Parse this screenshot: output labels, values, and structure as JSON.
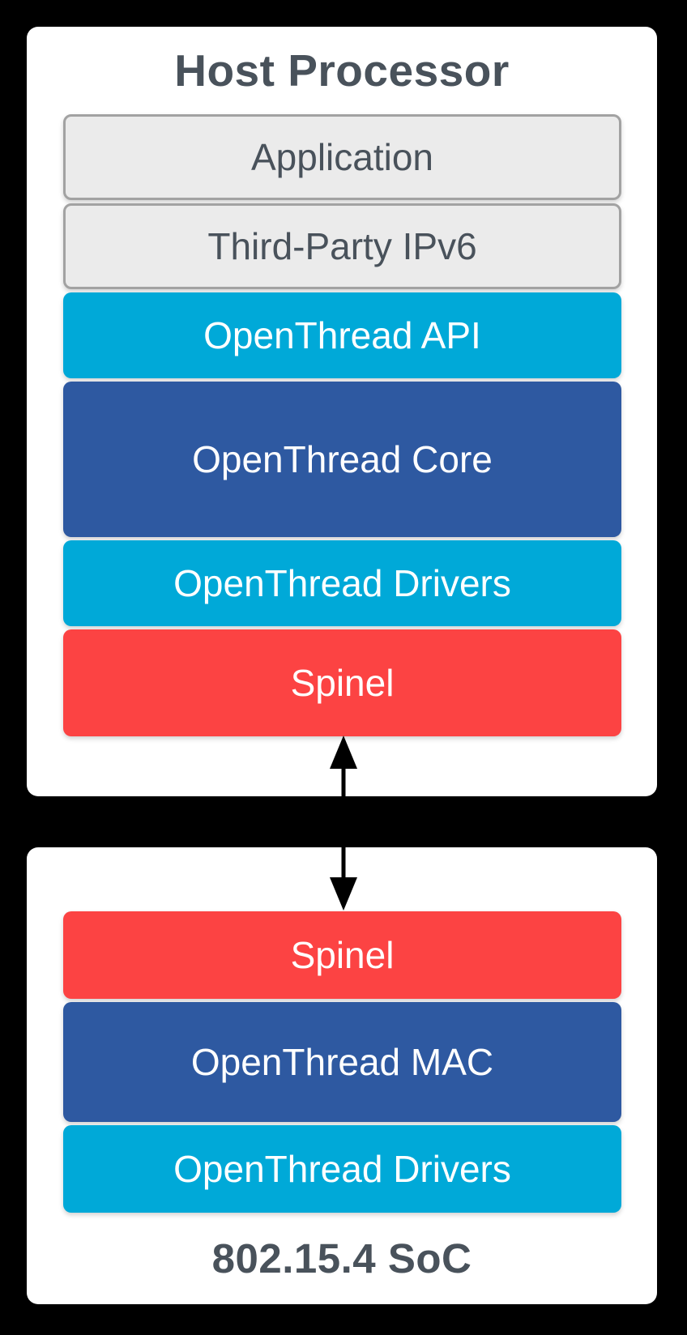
{
  "colors": {
    "background": "#000000",
    "panel": "#ffffff",
    "gray-fill": "#ebebeb",
    "gray-border": "#a2a2a2",
    "cyan": "#00a9d8",
    "blue": "#2e59a1",
    "red": "#fc4343",
    "dark-text": "#49525b",
    "light-text": "#ffffff",
    "arrow": "#000000"
  },
  "host": {
    "title": "Host Processor",
    "layers": [
      {
        "label": "Application",
        "color": "gray"
      },
      {
        "label": "Third-Party IPv6",
        "color": "gray"
      },
      {
        "label": "OpenThread API",
        "color": "cyan"
      },
      {
        "label": "OpenThread Core",
        "color": "blue"
      },
      {
        "label": "OpenThread Drivers",
        "color": "cyan"
      },
      {
        "label": "Spinel",
        "color": "red"
      }
    ]
  },
  "connection": {
    "type": "bidirectional-arrow",
    "from": "Spinel (Host Processor)",
    "to": "Spinel (802.15.4 SoC)"
  },
  "soc": {
    "title": "802.15.4 SoC",
    "layers": [
      {
        "label": "Spinel",
        "color": "red"
      },
      {
        "label": "OpenThread MAC",
        "color": "blue"
      },
      {
        "label": "OpenThread Drivers",
        "color": "cyan"
      }
    ]
  }
}
